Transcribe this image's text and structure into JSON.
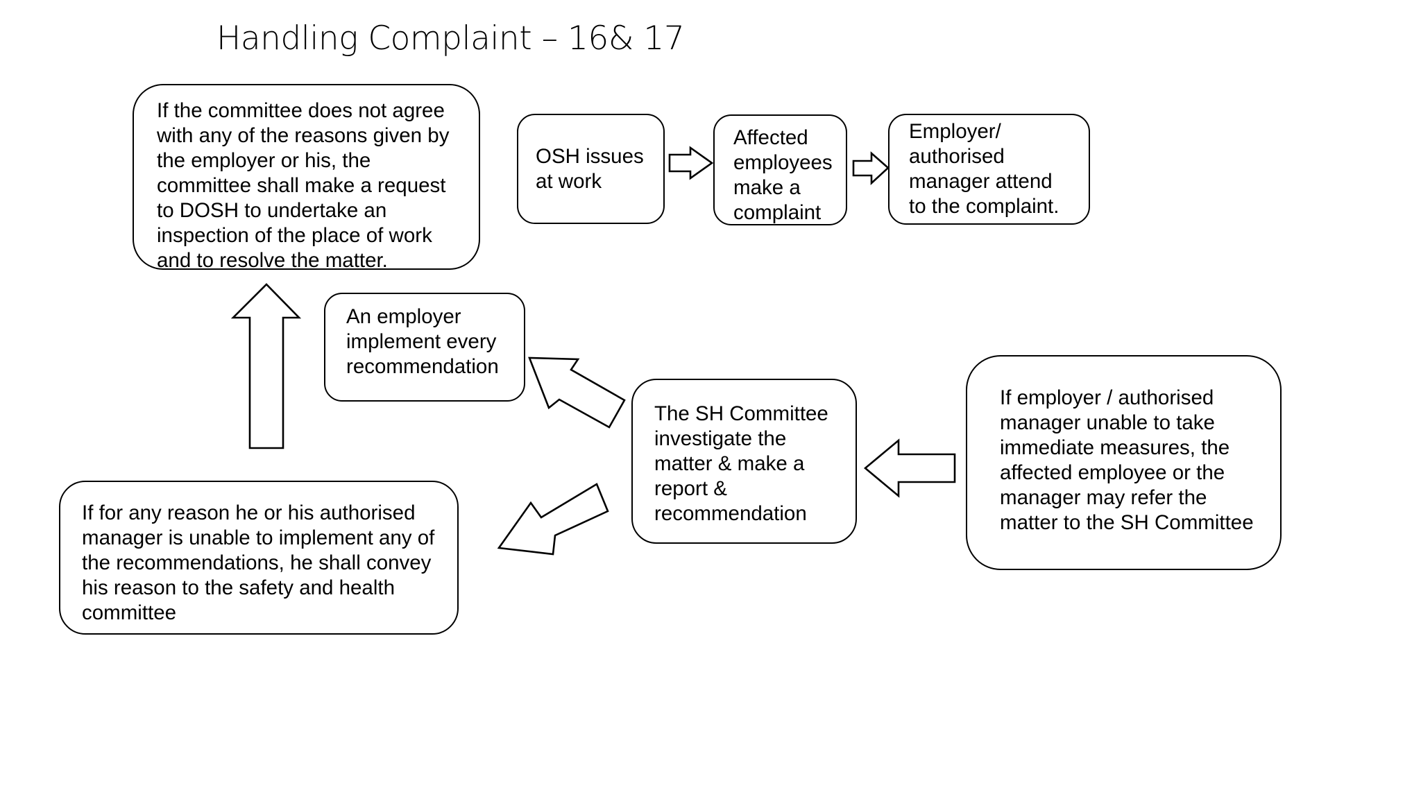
{
  "title": "Handling Complaint – 16& 17",
  "boxes": {
    "osh_issues": "OSH issues\nat work",
    "affected_employees": "Affected\nemployees\nmake a\ncomplaint",
    "employer_attend": "Employer/\nauthorised\nmanager attend\nto the complaint.",
    "refer_committee": "If employer / authorised\nmanager unable to take\nimmediate measures, the\naffected employee or the\nmanager may refer the\nmatter to the SH Committee",
    "committee_investigate": "The SH Committee\ninvestigate the\nmatter & make a\nreport &\nrecommendation",
    "employer_implement": "An employer\nimplement every\nrecommendation",
    "unable_to_implement": "If for any reason he or his authorised\nmanager is unable to implement any of\nthe recommendations, he shall convey\nhis reason to the safety and health\ncommittee",
    "committee_disagree": "If the committee does not agree\nwith any of the reasons given by\nthe employer or his, the\ncommittee shall make a request\nto DOSH to undertake an\ninspection of the place of work\nand to resolve the matter."
  }
}
